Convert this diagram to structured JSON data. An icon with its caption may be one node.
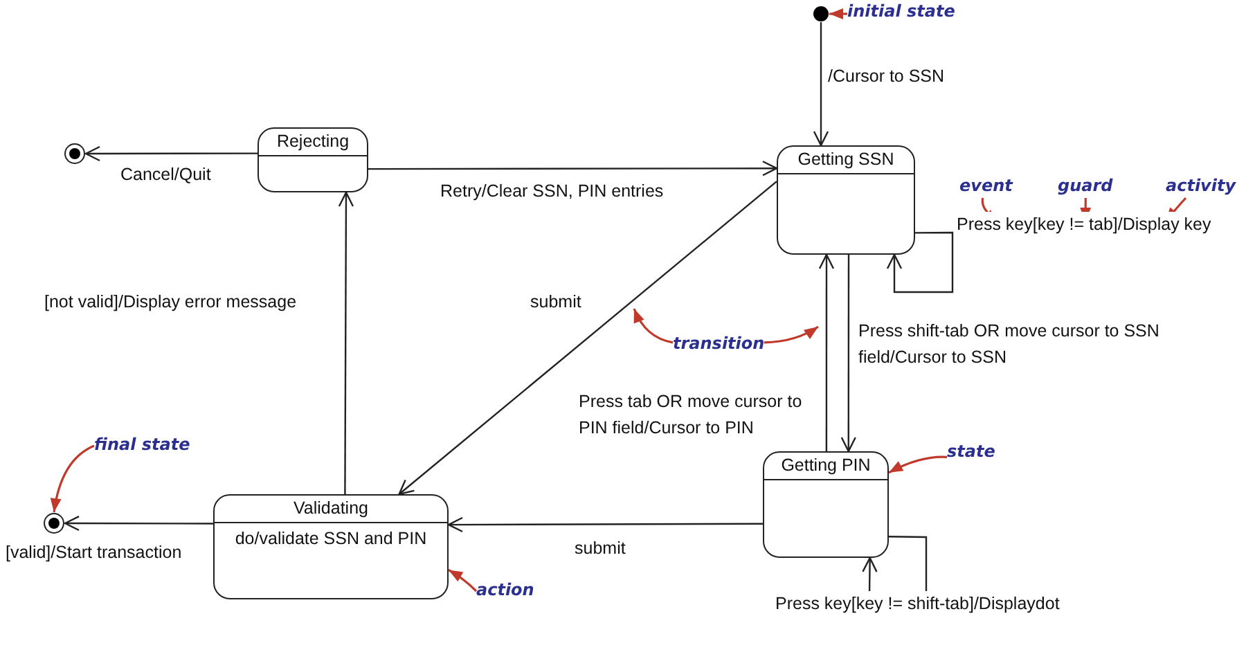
{
  "diagram": {
    "nodes": [
      {
        "text": [],
        "shape": "circle"
      },
      {
        "text": [
          "Getting SSN"
        ]
      },
      {
        "text": [
          "Rejecting"
        ]
      },
      {
        "text": [],
        "shape": "bullseye"
      },
      {
        "text": [
          "Validating",
          "do/validate SSN and PIN"
        ]
      },
      {
        "text": [],
        "shape": "bullseye"
      },
      {
        "text": [
          "Getting PIN"
        ]
      },
      {
        "text": [
          "initial state"
        ]
      },
      {
        "text": [
          "event"
        ]
      },
      {
        "text": [
          "guard"
        ]
      },
      {
        "text": [
          "activity"
        ]
      },
      {
        "text": [
          "transition"
        ]
      },
      {
        "text": [
          "state"
        ]
      },
      {
        "text": [
          "final state"
        ]
      },
      {
        "text": [
          "action"
        ]
      }
    ],
    "edges": [
      {
        "from": 0,
        "to": 1,
        "arrow": "to",
        "label": "/Cursor to SSN"
      },
      {
        "from": 2,
        "to": 3,
        "arrow": "to",
        "label": "Cancel/Quit"
      },
      {
        "from": 2,
        "to": 1,
        "arrow": "to",
        "label": "Retry/Clear SSN, PIN entries"
      },
      {
        "from": 1,
        "to": 4,
        "arrow": "to",
        "label": "submit"
      },
      {
        "from": 4,
        "to": 2,
        "arrow": "to",
        "label": "[not valid]/Display error message"
      },
      {
        "from": 4,
        "to": 5,
        "arrow": "to",
        "label": "[valid]/Start transaction"
      },
      {
        "from": 6,
        "to": 4,
        "arrow": "to",
        "label": "submit"
      },
      {
        "from": 6,
        "to": 1,
        "arrow": "to",
        "label": "Press tab OR move cursor to PIN field/Cursor to PIN"
      },
      {
        "from": 1,
        "to": 6,
        "arrow": "to",
        "label": "Press shift-tab OR move cursor to SSN field/Cursor to SSN"
      },
      {
        "from": 1,
        "to": 1,
        "arrow": "to",
        "label": "Press key[key != tab]/Display key"
      },
      {
        "from": 6,
        "to": 6,
        "arrow": "to",
        "label": "Press key[key != shift-tab]/Displaydot"
      },
      {
        "from": 7,
        "to": 0,
        "arrow": "to",
        "color": "#c0392b"
      },
      {
        "from": 8,
        "to": null,
        "arrow": "to",
        "color": "#c0392b"
      },
      {
        "from": 9,
        "to": null,
        "arrow": "to",
        "color": "#c0392b"
      },
      {
        "from": 10,
        "to": null,
        "arrow": "to",
        "color": "#c0392b"
      },
      {
        "from": 11,
        "to": null,
        "arrow": "to",
        "color": "#c0392b"
      },
      {
        "from": 11,
        "to": null,
        "arrow": "to",
        "color": "#c0392b"
      },
      {
        "from": 12,
        "to": 6,
        "arrow": "to",
        "color": "#c0392b"
      },
      {
        "from": 13,
        "to": 5,
        "arrow": "to",
        "color": "#c0392b"
      },
      {
        "from": 14,
        "to": 4,
        "arrow": "to",
        "color": "#c0392b"
      }
    ]
  }
}
